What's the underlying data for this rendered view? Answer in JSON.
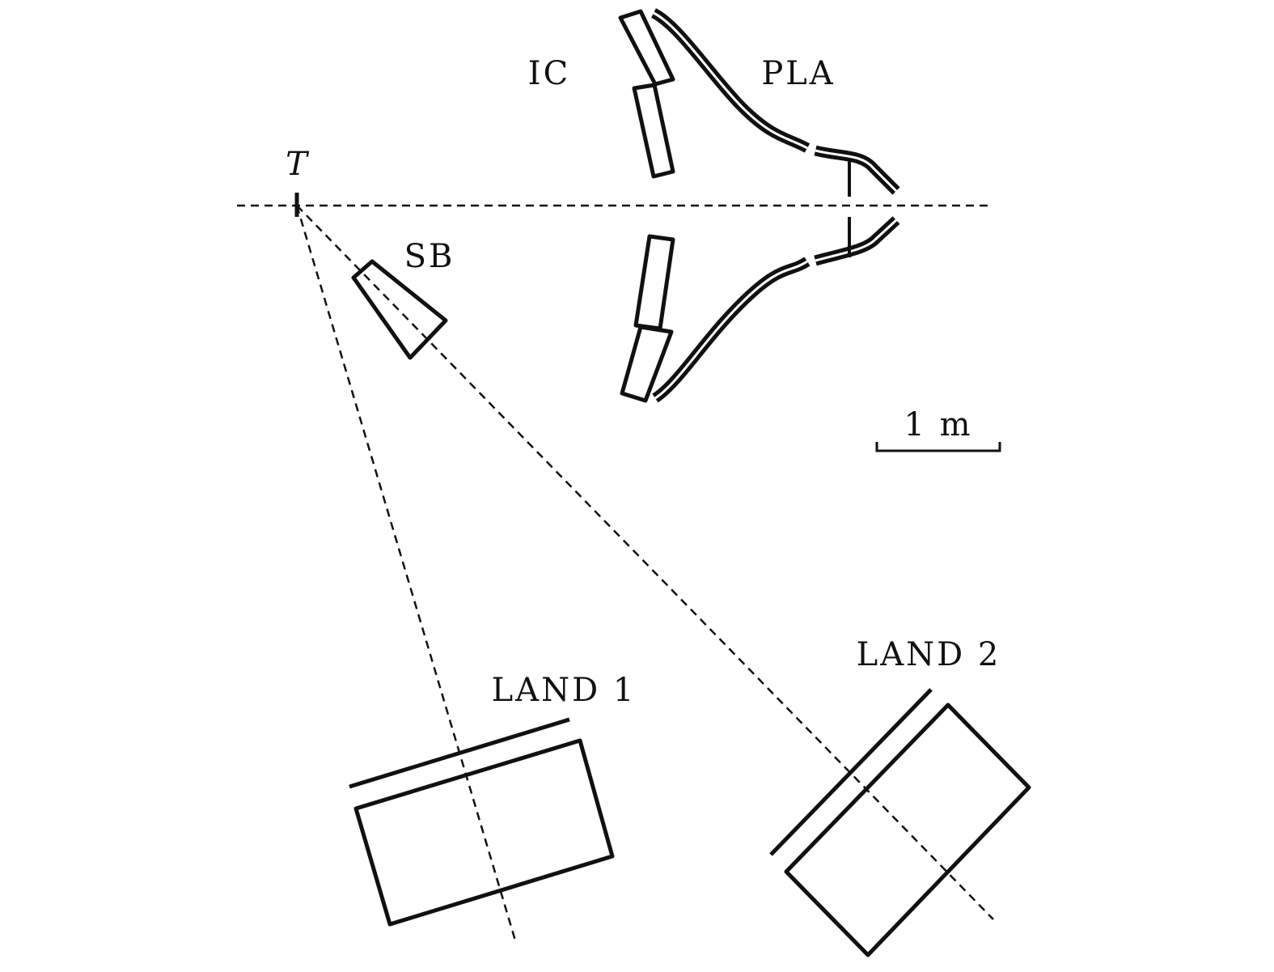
{
  "labels": {
    "ic": "IC",
    "pla": "PLA",
    "target": "T",
    "sb": "SB",
    "land1": "LAND 1",
    "land2": "LAND 2",
    "scale": "1 m"
  },
  "colors": {
    "ink": "#111111",
    "background": "#ffffff"
  }
}
